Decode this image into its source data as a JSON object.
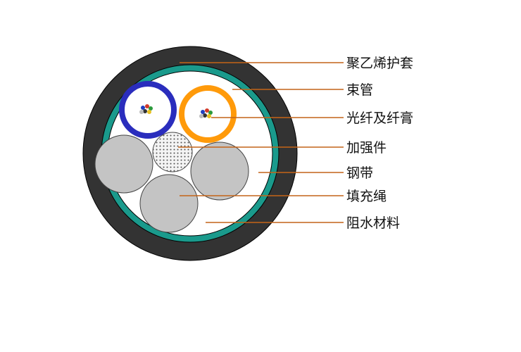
{
  "labels": {
    "jacket": "聚乙烯护套",
    "tube": "束管",
    "fiber_gel": "光纤及纤膏",
    "strength_member": "加强件",
    "steel_tape": "钢带",
    "filler_rope": "填充绳",
    "water_block": "阻水材料"
  },
  "colors": {
    "jacket": "#333333",
    "steel_tape": "#1a9a8c",
    "inner_fill": "#ffffff",
    "blue_tube": "#2a2dbd",
    "orange_tube": "#ff9a0a",
    "filler_rope": "#c4c4c4",
    "strength_member": "#f2f2f2",
    "leader_line": "#c46418"
  }
}
